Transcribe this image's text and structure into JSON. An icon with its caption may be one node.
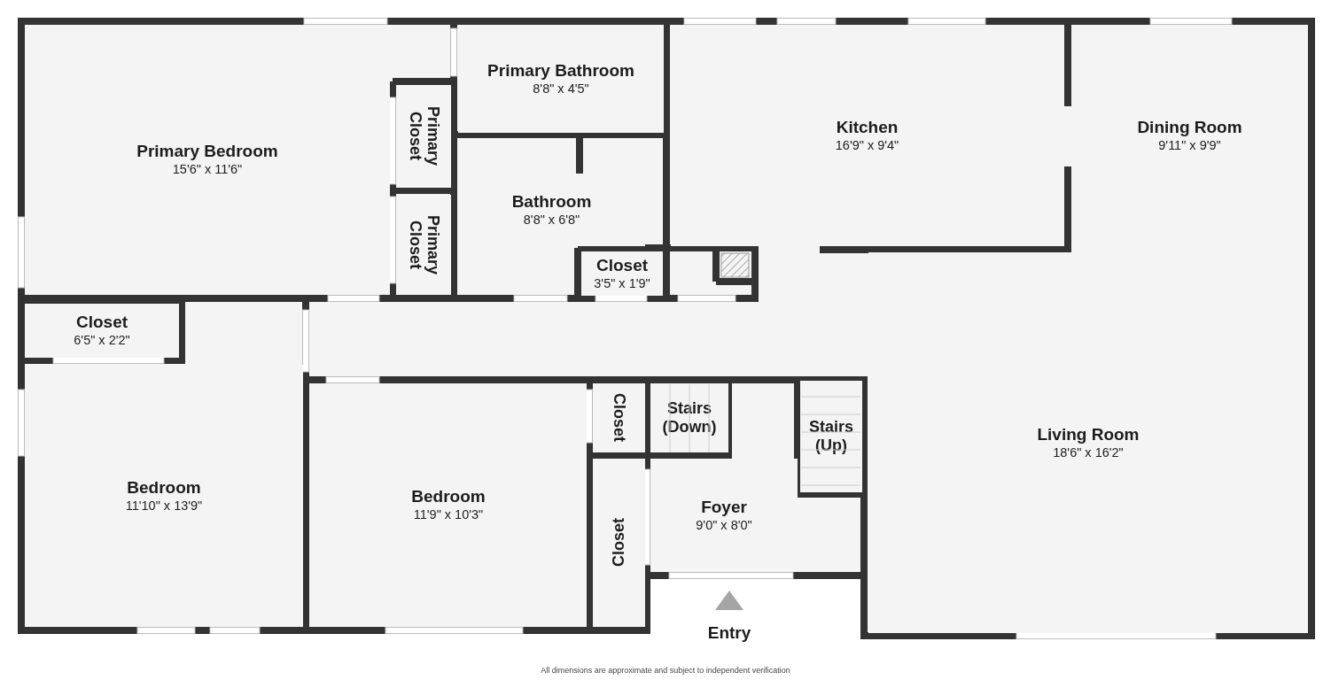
{
  "diagram": {
    "caption": "All dimensions are approximate and subject to independent verification",
    "nodes": [
      {
        "text": [
          "Primary Bedroom",
          "15'6\" x 11'6\""
        ]
      },
      {
        "text": [
          "Primary Bathroom",
          "8'8\" x 4'5\""
        ]
      },
      {
        "text": [
          "Primary Closet"
        ]
      },
      {
        "text": [
          "Primary Closet"
        ]
      },
      {
        "text": [
          "Kitchen",
          "16'9\" x 9'4\""
        ]
      },
      {
        "text": [
          "Dining Room",
          "9'11\" x 9'9\""
        ]
      },
      {
        "text": [
          "Bathroom",
          "8'8\" x 6'8\""
        ]
      },
      {
        "text": [
          "Closet",
          "3'5\" x 1'9\""
        ]
      },
      {
        "text": [
          "Closet",
          "6'5\" x 2'2\""
        ]
      },
      {
        "text": [
          "Stairs (Down)"
        ]
      },
      {
        "text": [
          "Closet"
        ]
      },
      {
        "text": [
          "Stairs (Up)"
        ]
      },
      {
        "text": [
          "Living Room",
          "18'6\" x 16'2\""
        ]
      },
      {
        "text": [
          "Bedroom",
          "11'10\" x 13'9\""
        ]
      },
      {
        "text": [
          "Bedroom",
          "11'9\" x 10'3\""
        ]
      },
      {
        "text": [
          "Foyer",
          "9'0\" x 8'0\""
        ]
      },
      {
        "text": [
          "Closet"
        ]
      }
    ],
    "labels": [
      "Entry"
    ]
  }
}
